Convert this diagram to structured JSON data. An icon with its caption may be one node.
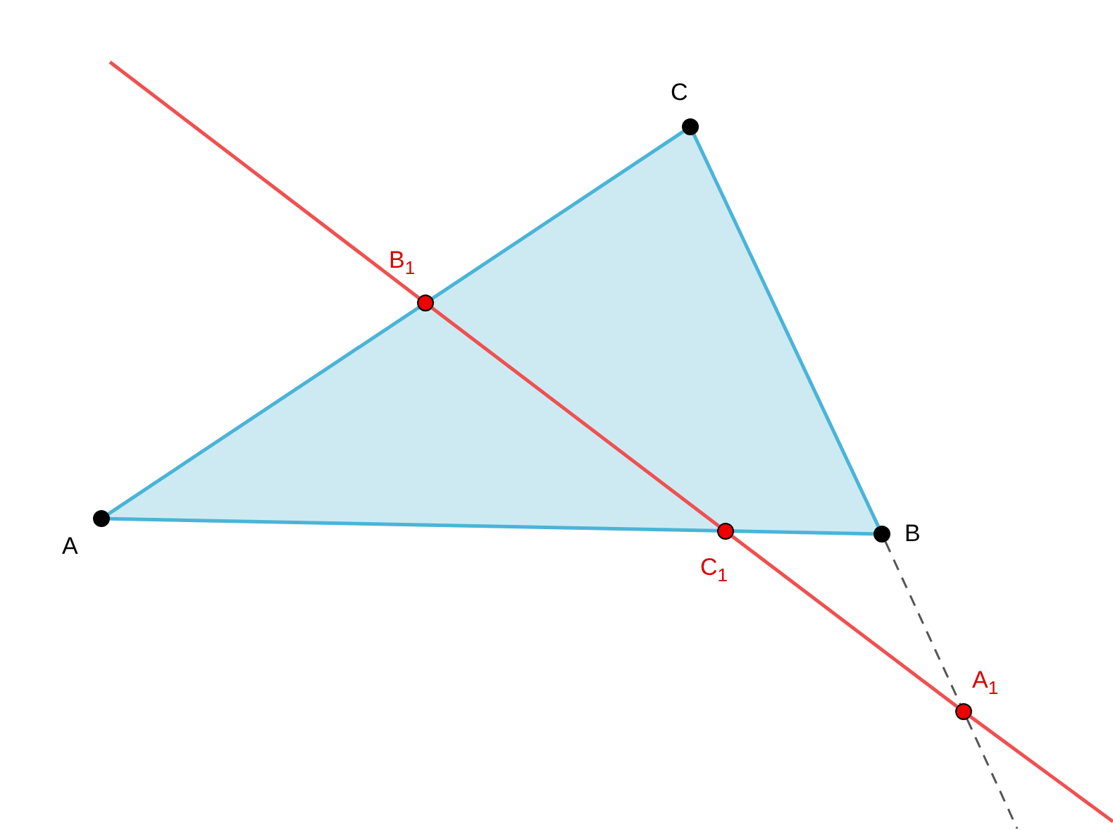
{
  "diagram": {
    "nodes": [
      {
        "text": [],
        "shape": "circle",
        "beside": [
          "A"
        ]
      },
      {
        "text": [],
        "shape": "circle",
        "beside": [
          "B"
        ]
      },
      {
        "text": [],
        "shape": "circle",
        "beside": [
          "C"
        ]
      },
      {
        "text": [],
        "shape": "circle",
        "beside": [
          "B$_{1}$"
        ]
      },
      {
        "text": [],
        "shape": "circle",
        "beside": [
          "C$_{1}$"
        ]
      },
      {
        "text": [],
        "shape": "circle",
        "beside": [
          "A$_{1}$"
        ]
      }
    ],
    "edges": [
      {
        "from": 0,
        "to": 1,
        "arrow": "none",
        "color": "#4ab4d8"
      },
      {
        "from": 1,
        "to": 2,
        "arrow": "none",
        "color": "#4ab4d8"
      },
      {
        "from": 2,
        "to": 0,
        "arrow": "none",
        "color": "#4ab4d8"
      },
      {
        "from": null,
        "to": 3,
        "arrow": "none",
        "color": "#f05050"
      },
      {
        "from": 3,
        "to": 4,
        "arrow": "none",
        "color": "#f05050"
      },
      {
        "from": 4,
        "to": 5,
        "arrow": "none",
        "color": "#f05050"
      },
      {
        "from": 5,
        "to": null,
        "arrow": "none",
        "color": "#f05050"
      },
      {
        "from": 1,
        "to": 5,
        "arrow": "none",
        "style": "dashed",
        "color": "#555555"
      },
      {
        "from": 5,
        "to": null,
        "arrow": "none",
        "style": "dashed",
        "color": "#555555"
      }
    ]
  }
}
